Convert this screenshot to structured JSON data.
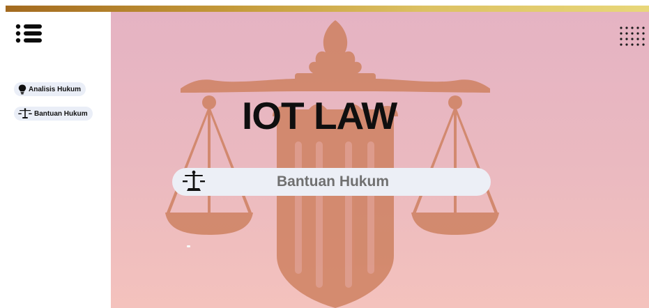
{
  "sidebar": {
    "menu_icon": "menu-list-icon",
    "items": [
      {
        "label": "Analisis Hukum",
        "icon": "lightbulb-icon"
      },
      {
        "label": "Bantuan Hukum",
        "icon": "scales-icon"
      }
    ]
  },
  "hero": {
    "title": "IOT LAW",
    "background_icon": "scales-of-justice-icon",
    "apps_icon": "dot-grid-icon",
    "search": {
      "label": "Bantuan Hukum",
      "icon": "scales-icon"
    }
  },
  "colors": {
    "header_bar_start": "#a36a1f",
    "header_bar_end": "#e8d77a",
    "hero_gradient_top": "#e5b3c3",
    "hero_gradient_bottom": "#f4c2bd",
    "emblem": "#cf8364",
    "pill_background": "#eaeef7",
    "search_text": "#707070"
  }
}
